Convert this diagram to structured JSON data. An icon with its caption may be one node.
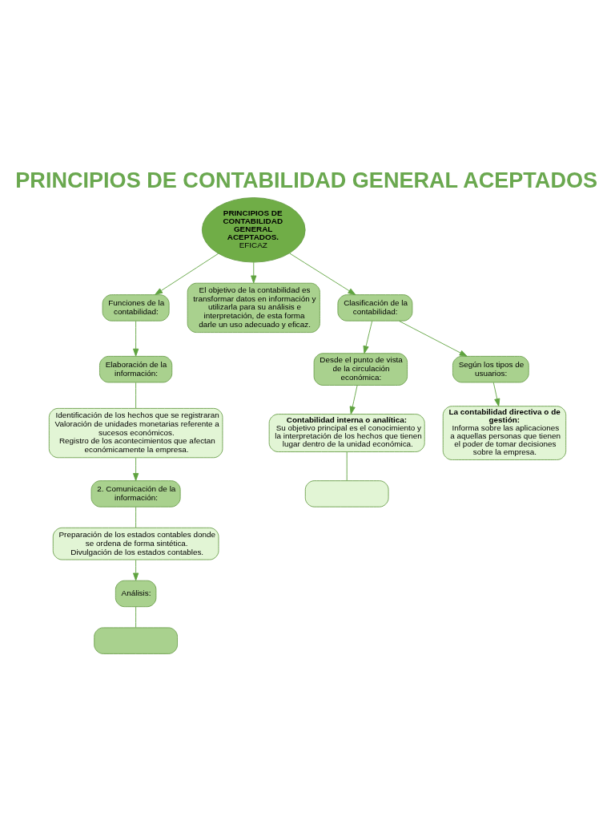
{
  "diagram": {
    "title": "PRINCIPIOS DE CONTABILIDAD GENERAL ACEPTADOS",
    "nodes": [
      {
        "text": [
          "Funciones de la contabilidad:"
        ]
      },
      {
        "text": [
          "Elaboración de la información:"
        ]
      },
      {
        "text": [
          "Identificación de los hechos que se registraran",
          "Valoración de unidades monetarias referente a sucesos económicos.",
          "Registro de los acontecimientos que afectan económicamente la empresa."
        ]
      },
      {
        "text": [
          "2. Comunicación de la información:"
        ]
      },
      {
        "text": [
          "Preparación de los estados contables donde se ordena de forma sintética.",
          "Divulgación de los estados contables."
        ]
      },
      {
        "text": [
          "Análisis:"
        ]
      },
      {
        "text": [],
        "shape": "box"
      },
      {
        "text": [
          "PRINCIPIOS DE CONTABILIDAD GENERAL ACEPTADOS.",
          "EFICAZ"
        ]
      },
      {
        "text": [
          "El objetivo de la contabilidad es transformar datos en información y utilizarla para su análisis e interpretación, de esta forma darle un uso adecuado y eficaz."
        ]
      },
      {
        "text": [
          "Clasificación de la contabilidad:"
        ]
      },
      {
        "text": [
          "Desde el punto de vista de la circulación económica:"
        ]
      },
      {
        "text": [
          "Según los tipos de usuarios:"
        ]
      },
      {
        "text": [
          "Contabilidad interna o analítica:",
          "Su objetivo principal es el conocimiento y la interpretación de los hechos que tienen lugar dentro de la unidad económica."
        ]
      },
      {
        "text": [
          "La contabilidad directiva o de gestión:",
          "Informa sobre las aplicaciones a aquellas personas que tienen el poder de tomar decisiones sobre la empresa."
        ]
      },
      {
        "text": [],
        "shape": "box"
      }
    ],
    "edges": [
      {
        "from": 0,
        "to": 1,
        "arrow": "to"
      },
      {
        "from": 1,
        "to": 2,
        "arrow": "none"
      },
      {
        "from": 2,
        "to": 3,
        "arrow": "to"
      },
      {
        "from": 3,
        "to": 4,
        "arrow": "none"
      },
      {
        "from": 4,
        "to": 5,
        "arrow": "to"
      },
      {
        "from": 5,
        "to": 6,
        "arrow": "none"
      },
      {
        "from": 7,
        "to": 0,
        "arrow": "to"
      },
      {
        "from": 7,
        "to": 8,
        "arrow": "to"
      },
      {
        "from": 7,
        "to": 9,
        "arrow": "to"
      },
      {
        "from": 9,
        "to": 10,
        "arrow": "to"
      },
      {
        "from": 9,
        "to": 11,
        "arrow": "to"
      },
      {
        "from": 10,
        "to": 12,
        "arrow": "to"
      },
      {
        "from": 11,
        "to": 13,
        "arrow": "to"
      },
      {
        "from": 12,
        "to": 14,
        "arrow": "none"
      }
    ]
  }
}
